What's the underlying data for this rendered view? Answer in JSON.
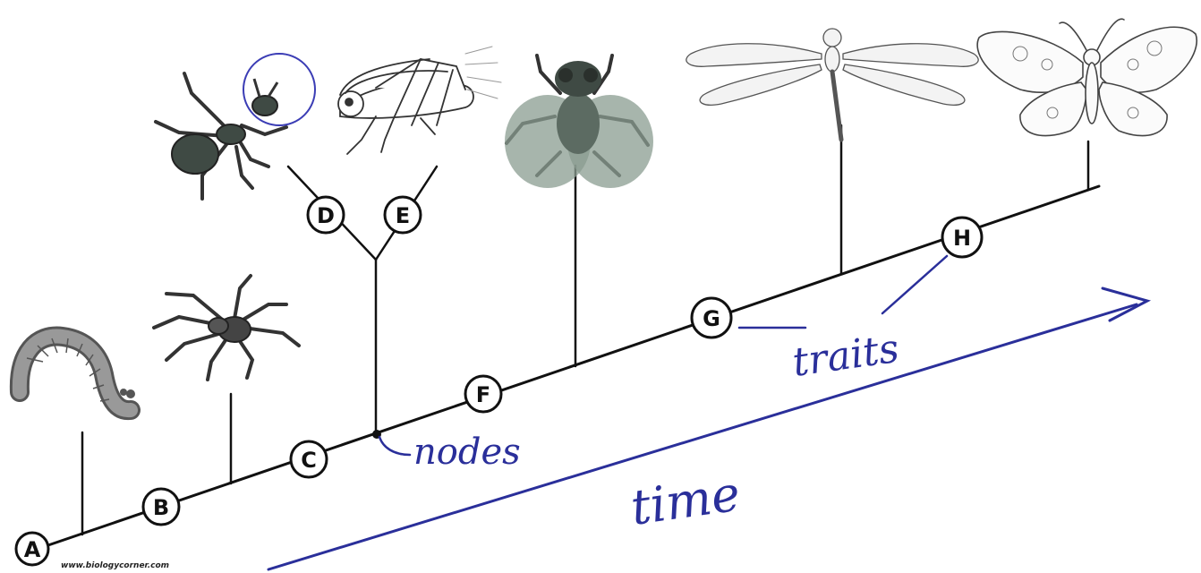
{
  "nodes": {
    "A": "A",
    "B": "B",
    "C": "C",
    "D": "D",
    "E": "E",
    "F": "F",
    "G": "G",
    "H": "H"
  },
  "annotations": {
    "nodes": "nodes",
    "traits": "traits",
    "time": "time"
  },
  "organisms": [
    "worm",
    "spider",
    "ant",
    "cricket",
    "fly",
    "dragonfly",
    "butterfly"
  ],
  "credit": "www.biologycorner.com",
  "colors": {
    "ink": "#111111",
    "annotation": "#2a2f9a"
  }
}
